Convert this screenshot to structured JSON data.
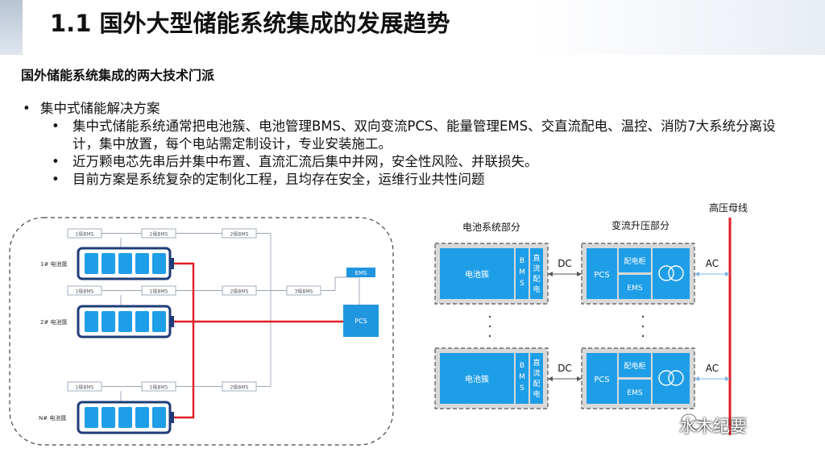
{
  "slide": {
    "title": "1.1 国外大型储能系统集成的发展趋势",
    "subtitle": "国外储能系统集成的两大技术门派",
    "bullet_main": "集中式储能解决方案",
    "sub_bullets": [
      "集中式储能系统通常把电池簇、电池管理BMS、双向变流PCS、能量管理EMS、交直流配电、温控、消防7大系统分离设计，集中放置，每个电站需定制设计，专业安装施工。",
      "近万颗电芯先串后并集中布置、直流汇流后集中并网，安全性风险、并联损失。",
      "目前方案是系统复杂的定制化工程，且均存在安全，运维行业共性问题"
    ]
  },
  "left_diagram": {
    "clusters": [
      "1# 电池簇",
      "2# 电池簇",
      "N# 电池簇"
    ],
    "bms_row1": [
      "1级BMS",
      "1级BMS",
      "2级BMS"
    ],
    "bms_row2": [
      "1级BMS",
      "1级BMS",
      "2级BMS",
      "3级BMS"
    ],
    "bms_row3": [
      "1级BMS",
      "1级BMS",
      "2级BMS"
    ],
    "ems_label": "EMS",
    "pcs_label": "PCS"
  },
  "right_diagram": {
    "battery_section_label": "电池系统部分",
    "converter_section_label": "变流升压部分",
    "busbar_label": "高压母线",
    "battery_cluster_label": "电池簇",
    "bms_vertical": "B\nM\nS",
    "dc_dist_vertical": "直\n流\n配\n电",
    "dc_label": "DC",
    "pcs_label": "PCS",
    "cabinet_label": "配电柜",
    "ems_label": "EMS",
    "ac_label": "AC",
    "ellipsis": "·\n·\n·"
  },
  "watermark": "水木纪要",
  "colors": {
    "accent_blue": "#1f9ee8",
    "red_line": "#e11d25",
    "dark_blue_line": "#1e3c78",
    "box_gray": "#d9d9d9"
  }
}
